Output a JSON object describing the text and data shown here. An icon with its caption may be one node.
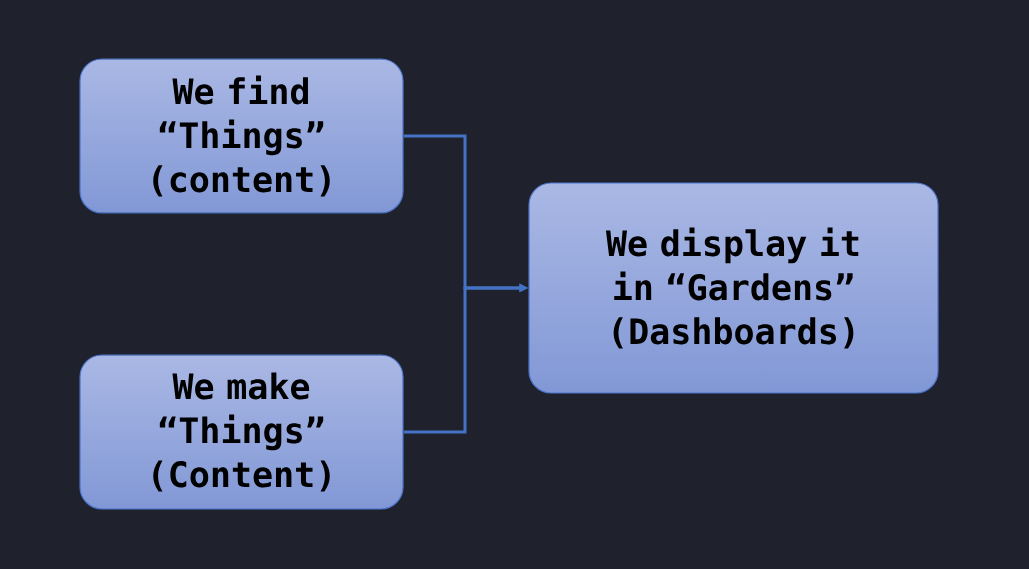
{
  "diagram": {
    "nodes": [
      {
        "text": [
          "We find “Things” (content)"
        ]
      },
      {
        "text": [
          "We make “Things” (Content)"
        ]
      },
      {
        "text": [
          "We display it in “Gardens” (Dashboards)"
        ]
      }
    ],
    "edges": [
      {
        "from": 0,
        "to": 2,
        "arrow": "to"
      },
      {
        "from": 1,
        "to": 2,
        "arrow": "to"
      }
    ]
  }
}
